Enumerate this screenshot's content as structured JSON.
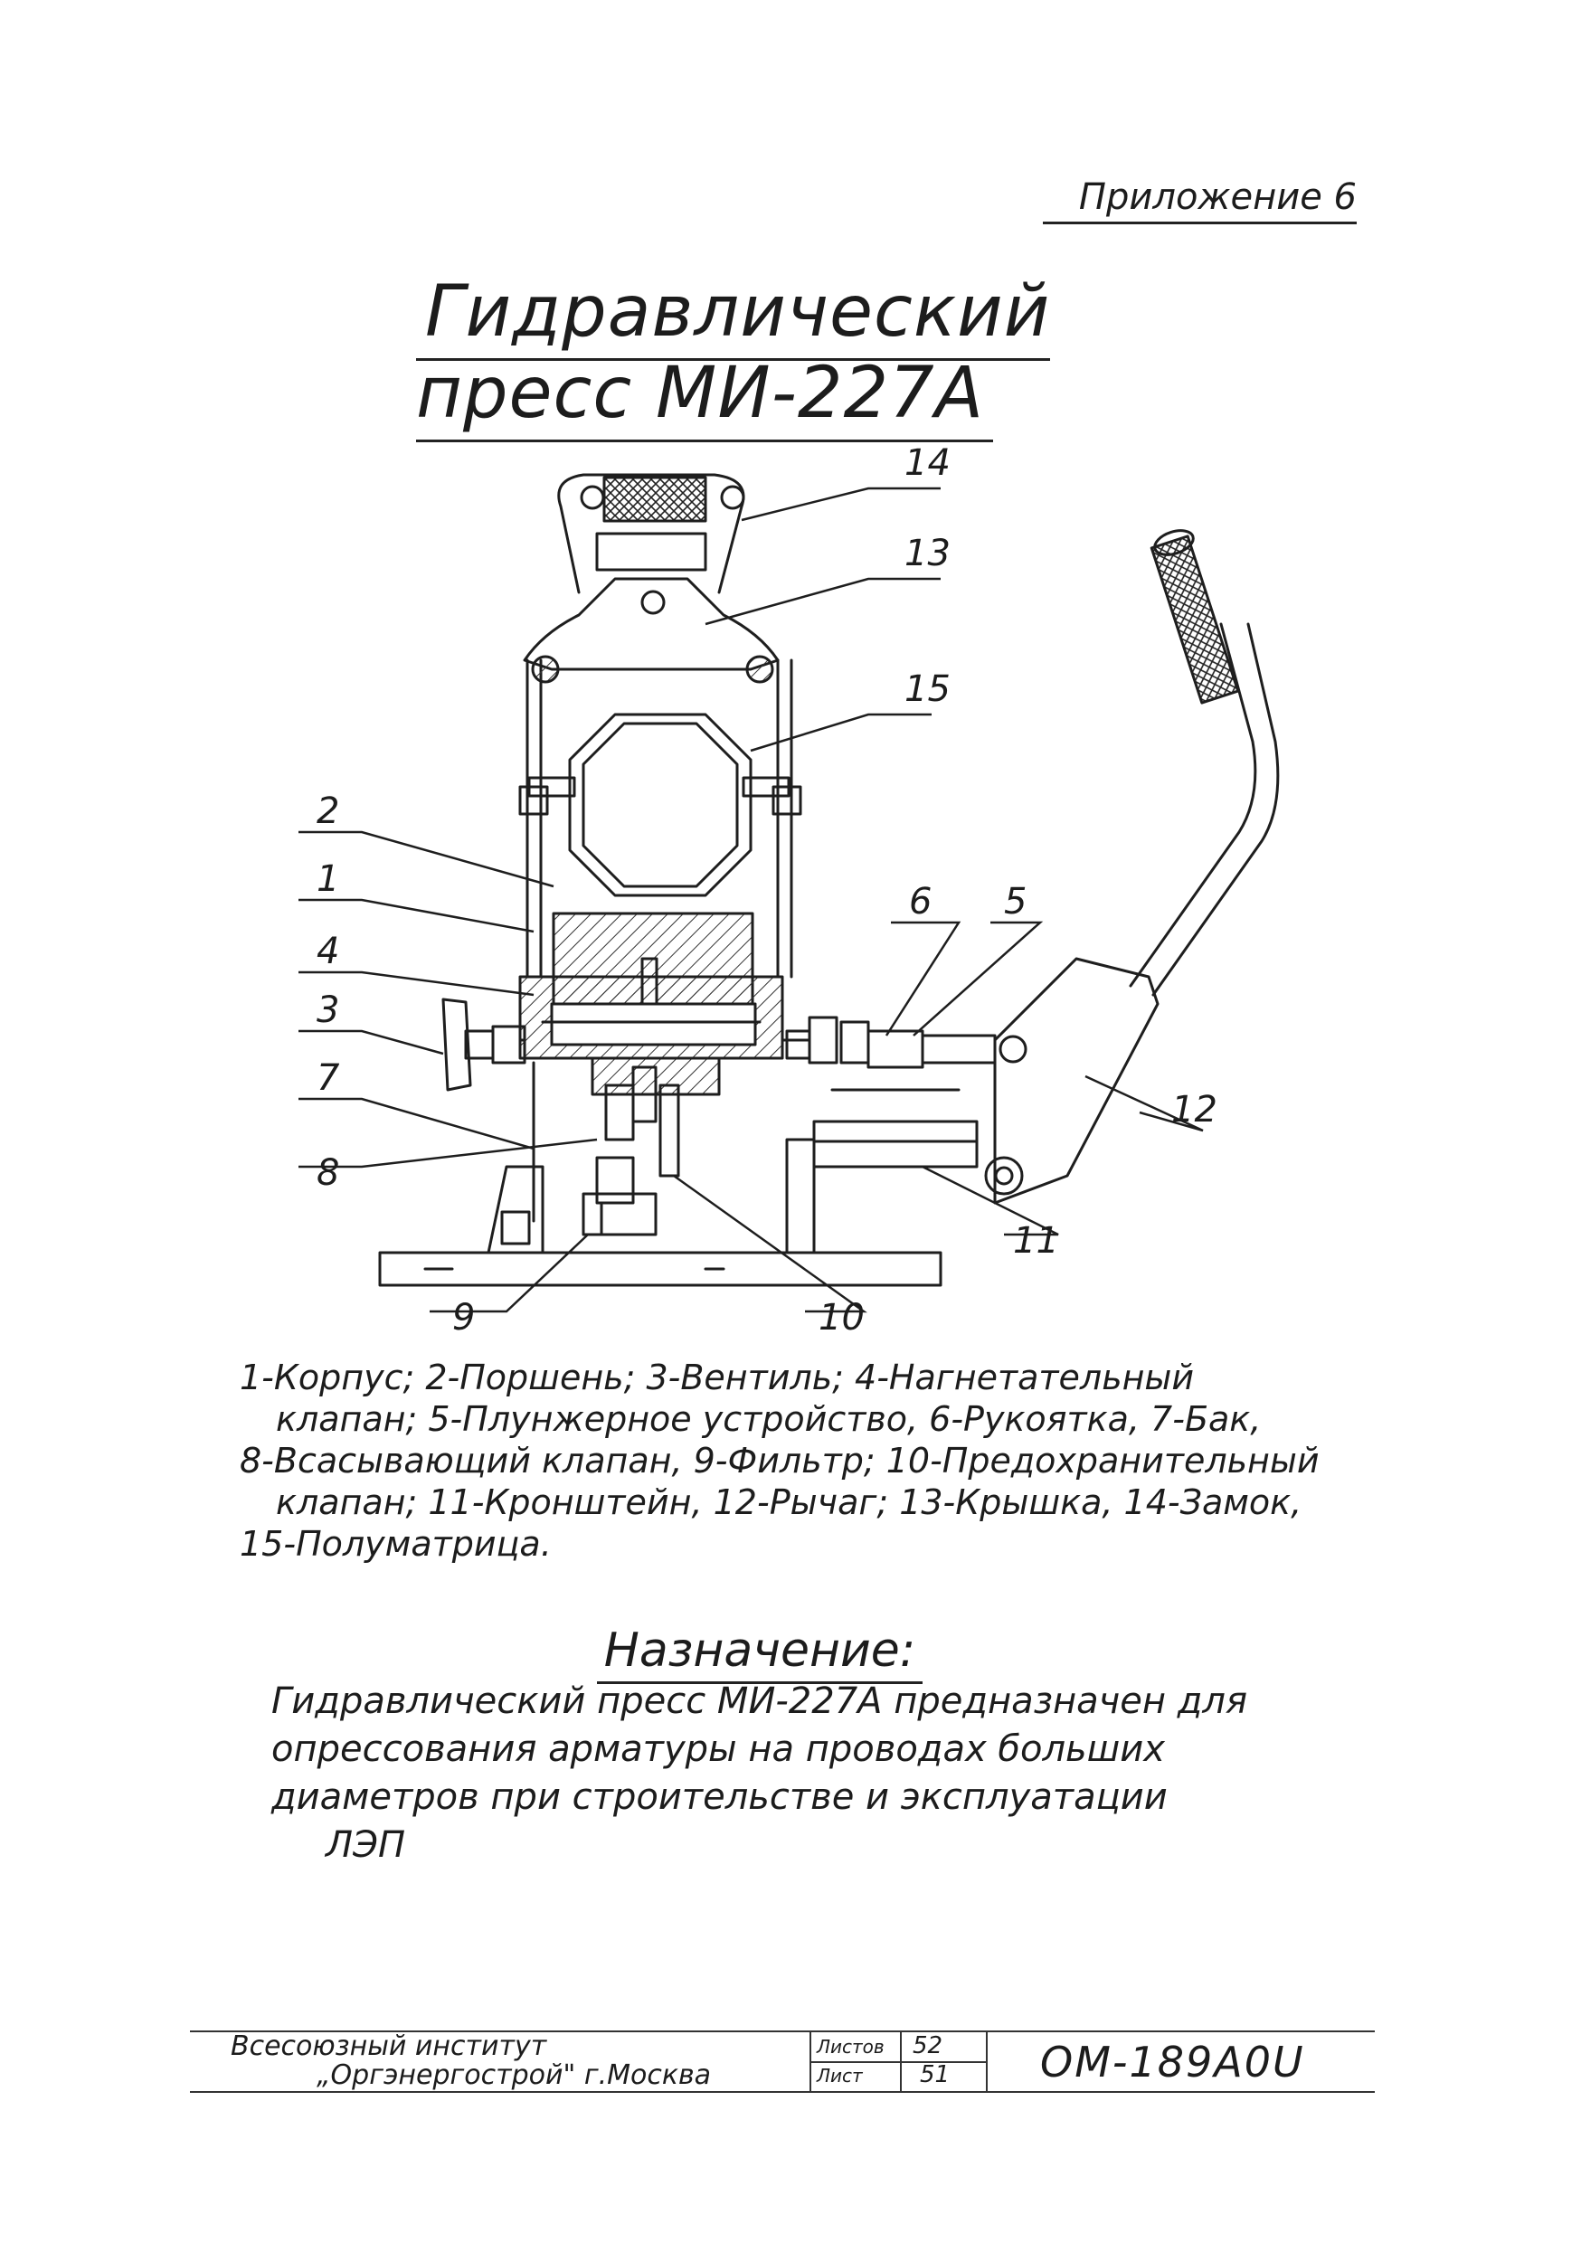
{
  "header": {
    "appendix": "Приложение 6",
    "title": "Гидравлический пресс МИ-227А"
  },
  "callouts": [
    "14",
    "13",
    "15",
    "2",
    "1",
    "4",
    "3",
    "7",
    "8",
    "9",
    "10",
    "6",
    "5",
    "12",
    "11"
  ],
  "legend": {
    "lines": [
      "1-Корпус; 2-Поршень; 3-Вентиль; 4-Нагнетательный",
      "клапан; 5-Плунжерное устройство, 6-Рукоятка, 7-Бак,",
      "8-Всасывающий клапан, 9-Фильтр; 10-Предохранительный",
      "клапан; 11-Кронштейн, 12-Рычаг; 13-Крышка, 14-Замок,",
      "15-Полуматрица."
    ]
  },
  "purpose": {
    "heading": "Назначение:",
    "lines": [
      "Гидравлический пресс МИ-227А предназначен для",
      "опрессования арматуры на проводах больших",
      "диаметров при строительстве и эксплуатации",
      "ЛЭП"
    ]
  },
  "stamp": {
    "institute_line1": "Всесоюзный институт",
    "institute_line2": "„Оргэнергострой\" г.Москва",
    "label_sheets": "Листов",
    "label_sheet": "Лист",
    "sheets_value": "52",
    "sheet_value": "51",
    "doc_code": "ОМ-189А0U"
  }
}
